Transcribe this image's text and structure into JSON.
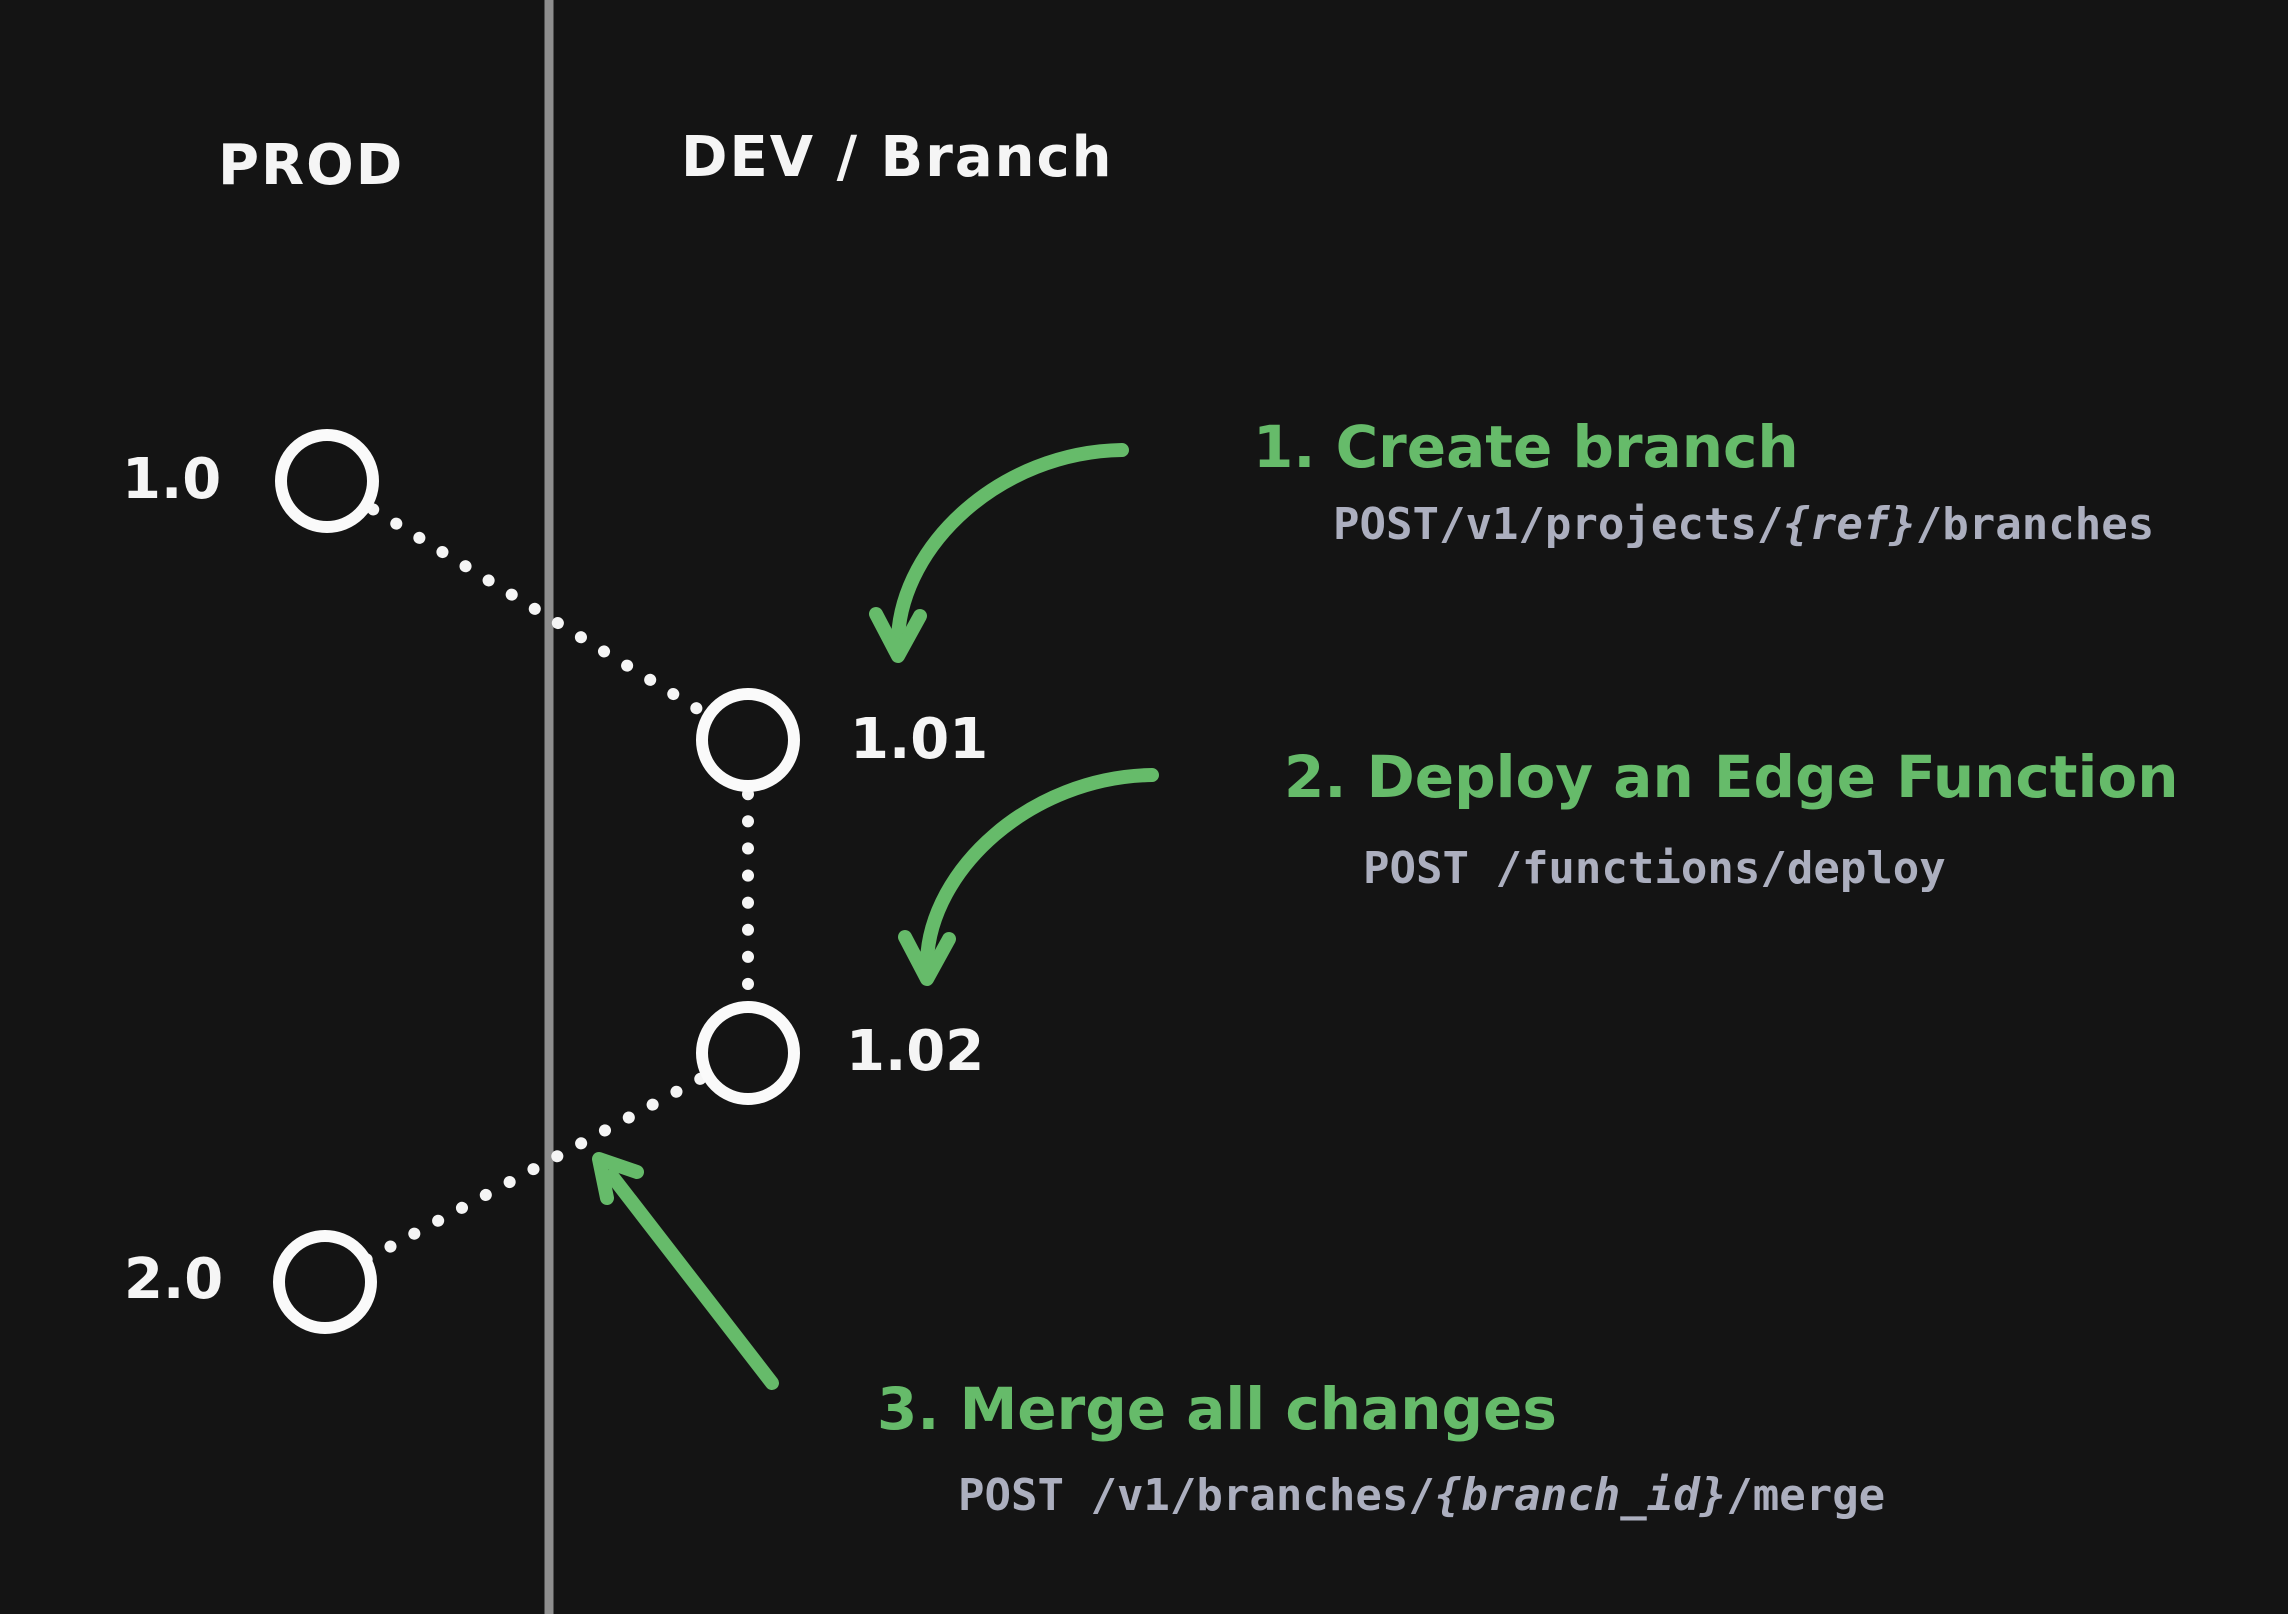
{
  "columns": {
    "prod_label": "PROD",
    "dev_label": "DEV / Branch"
  },
  "nodes": [
    {
      "id": "node-1-0",
      "label": "1.0",
      "lane": "prod"
    },
    {
      "id": "node-1-01",
      "label": "1.01",
      "lane": "dev"
    },
    {
      "id": "node-1-02",
      "label": "1.02",
      "lane": "dev"
    },
    {
      "id": "node-2-0",
      "label": "2.0",
      "lane": "prod"
    }
  ],
  "annotations": [
    {
      "title": "1. Create branch",
      "endpoint": {
        "prefix": "POST/v1/projects/",
        "param": "{ref}",
        "suffix": "/branches"
      }
    },
    {
      "title": "2. Deploy an Edge Function",
      "endpoint": {
        "prefix": "POST /functions/deploy",
        "param": "",
        "suffix": ""
      }
    },
    {
      "title": "3. Merge all changes",
      "endpoint": {
        "prefix": "POST /v1/branches/",
        "param": "{branch_id}",
        "suffix": "/merge"
      }
    }
  ],
  "colors": {
    "background": "#141414",
    "node_stroke": "#fafafa",
    "text_white": "#f5f5f5",
    "accent_green": "#66bb6a",
    "endpoint_gray": "#acafbf",
    "divider_gray": "#8e8e8e"
  }
}
